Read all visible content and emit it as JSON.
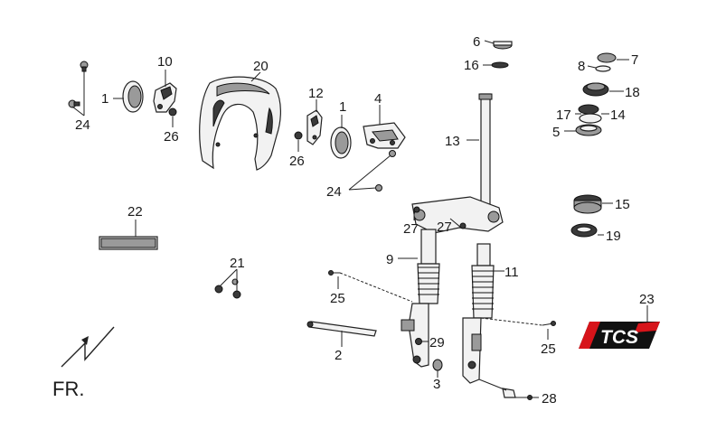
{
  "callouts": {
    "c1a": "1",
    "c1b": "1",
    "c2": "2",
    "c3": "3",
    "c4": "4",
    "c5": "5",
    "c6": "6",
    "c7": "7",
    "c8": "8",
    "c9": "9",
    "c10": "10",
    "c11": "11",
    "c12": "12",
    "c13": "13",
    "c14": "14",
    "c15": "15",
    "c16": "16",
    "c17": "17",
    "c18": "18",
    "c19": "19",
    "c20": "20",
    "c21": "21",
    "c22": "22",
    "c23": "23",
    "c24a": "24",
    "c24b": "24",
    "c25a": "25",
    "c25b": "25",
    "c26a": "26",
    "c26b": "26",
    "c27a": "27",
    "c27b": "27",
    "c28": "28",
    "c29": "29"
  },
  "direction_label": "FR.",
  "logo": {
    "icon": "tcs-logo-icon",
    "text": "TCS",
    "colors": {
      "red": "#d7141a",
      "black": "#111111"
    }
  }
}
